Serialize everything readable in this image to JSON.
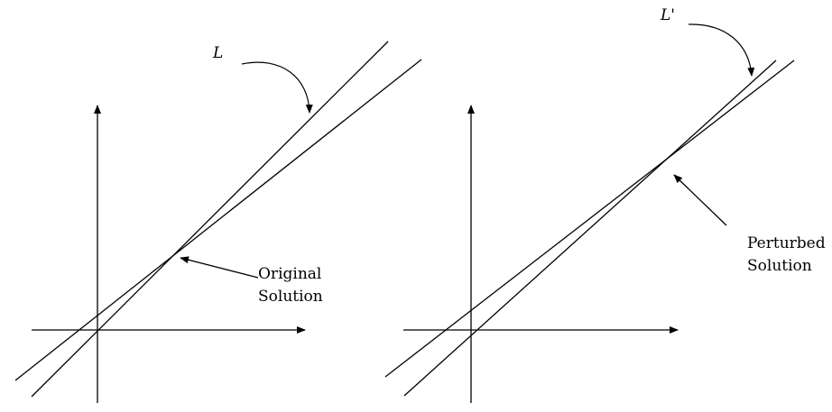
{
  "left_panel": {
    "line_label": "L",
    "annotation_line1": "Original",
    "annotation_line2": "Solution"
  },
  "right_panel": {
    "line_label": "L'",
    "annotation_line1": "Perturbed",
    "annotation_line2": "Solution"
  },
  "colors": {
    "ink": "#000000",
    "background": "#ffffff"
  }
}
